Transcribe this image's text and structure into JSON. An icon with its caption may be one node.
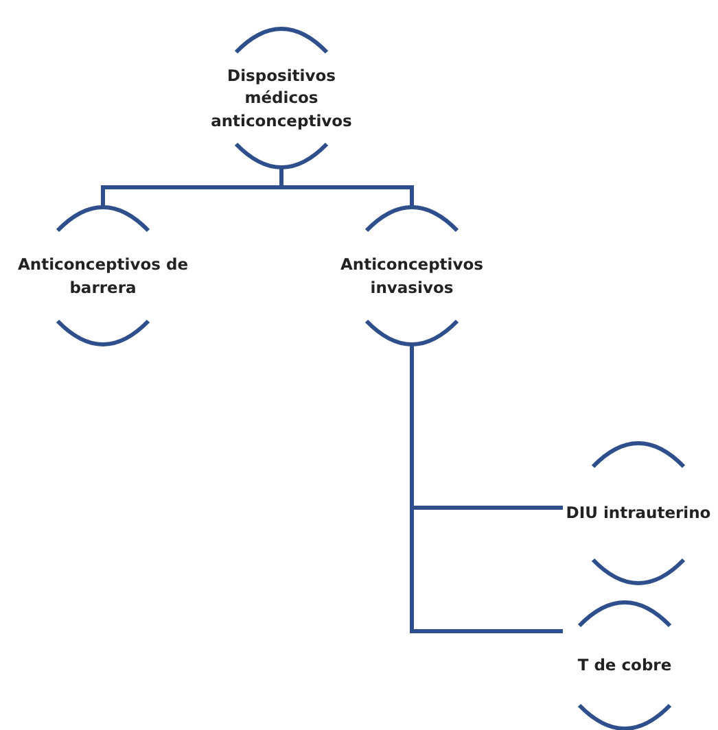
{
  "diagram": {
    "nodes": [
      {
        "text": [
          "Dispositivos médicos anticonceptivos"
        ]
      },
      {
        "text": [
          "Anticonceptivos de barrera"
        ]
      },
      {
        "text": [
          "Anticonceptivos invasivos"
        ]
      },
      {
        "text": [
          "DIU intrauterino"
        ]
      },
      {
        "text": [
          "T de cobre"
        ]
      }
    ],
    "edges": [
      {
        "from": 0,
        "to": 1,
        "arrow": "none"
      },
      {
        "from": 0,
        "to": 2,
        "arrow": "none"
      },
      {
        "from": 2,
        "to": 3,
        "arrow": "none"
      },
      {
        "from": 2,
        "to": 4,
        "arrow": "none"
      }
    ]
  }
}
